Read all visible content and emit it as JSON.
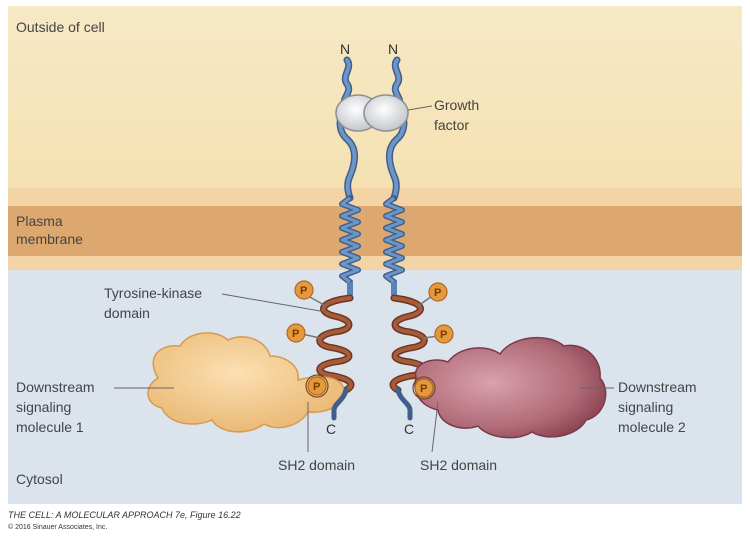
{
  "labels": {
    "outside": "Outside of cell",
    "plasma_line1": "Plasma",
    "plasma_line2": "membrane",
    "cytosol": "Cytosol",
    "growth_line1": "Growth",
    "growth_line2": "factor",
    "tk_line1": "Tyrosine-kinase",
    "tk_line2": "domain",
    "left_mol_line1": "Downstream",
    "left_mol_line2": "signaling",
    "left_mol_line3": "molecule 1",
    "right_mol_line1": "Downstream",
    "right_mol_line2": "signaling",
    "right_mol_line3": "molecule 2",
    "sh2_left": "SH2 domain",
    "sh2_right": "SH2 domain",
    "n_terminus": "N",
    "c_terminus": "C",
    "phospho": "P"
  },
  "credit": {
    "line1": "THE CELL: A MOLECULAR APPROACH 7e, Figure 16.22",
    "line2": "© 2016 Sinauer Associates, Inc."
  },
  "colors": {
    "outside": "#f6e6bd",
    "membrane_band": "#dca870",
    "membrane_edge": "#f2d6a8",
    "cytosol": "#dce4ee",
    "receptor": "#5a84b8",
    "kinase": "#8b4a2e",
    "phosphate": "#e49a3c",
    "molecule1": "#f2c383",
    "molecule2": "#b06a78"
  }
}
